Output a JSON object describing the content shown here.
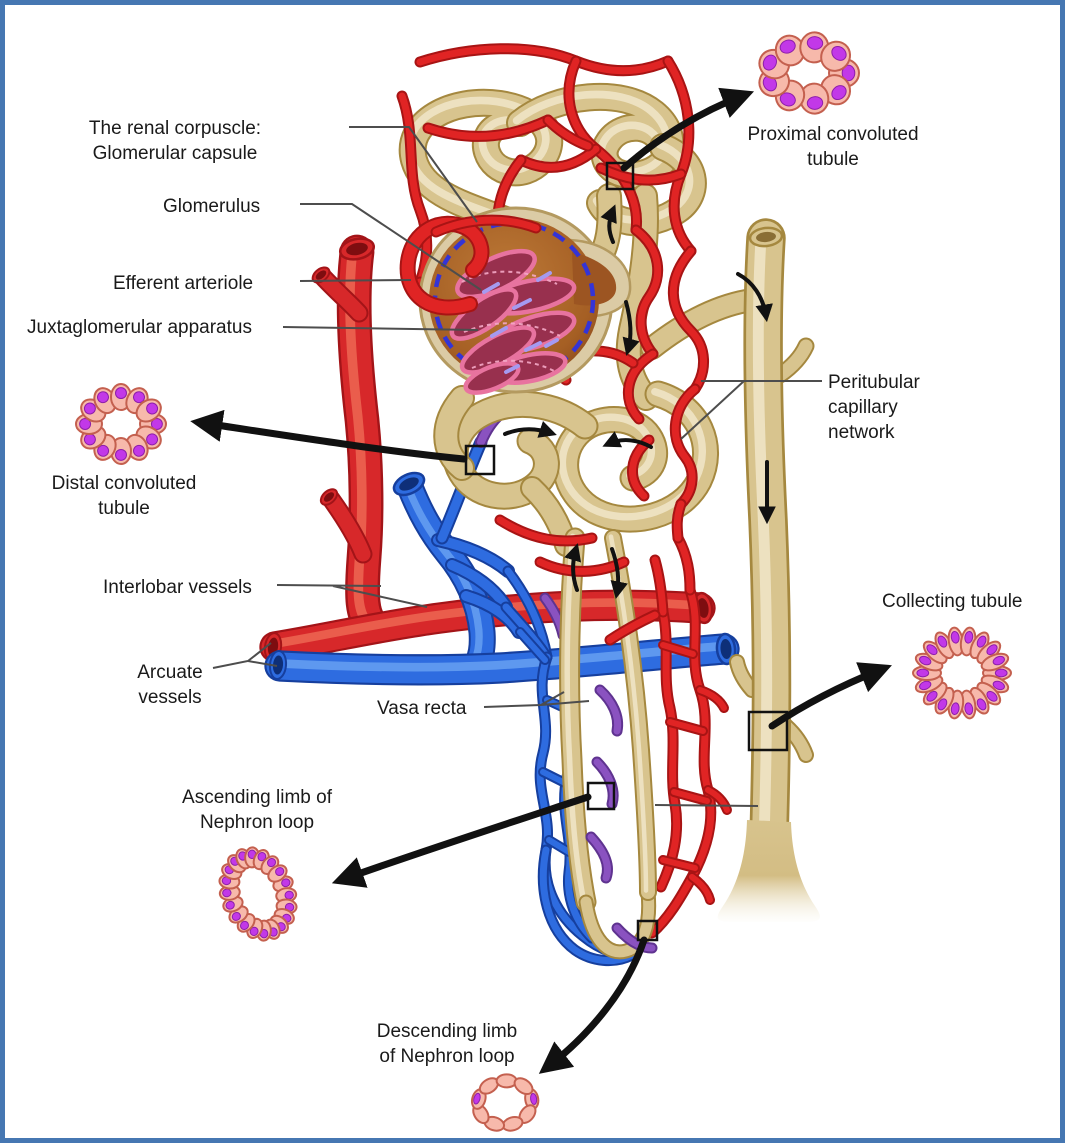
{
  "figure": {
    "type": "anatomical-diagram",
    "subject": "Nephron: renal corpuscle, tubule system and blood supply with tubule cross-sections"
  },
  "labels": {
    "renal_corpuscle": {
      "lines": [
        "The renal corpuscle:",
        "Glomerular capsule"
      ]
    },
    "glomerulus": {
      "text": "Glomerulus"
    },
    "efferent_arteriole": {
      "text": "Efferent arteriole"
    },
    "juxtaglomerular_apparatus": {
      "text": "Juxtaglomerular apparatus"
    },
    "distal_convoluted_tubule": {
      "lines": [
        "Distal convoluted",
        "tubule"
      ]
    },
    "interlobar_vessels": {
      "text": "Interlobar vessels"
    },
    "arcuate_vessels": {
      "lines": [
        "Arcuate",
        "vessels"
      ]
    },
    "vasa_recta": {
      "text": "Vasa recta"
    },
    "ascending_limb": {
      "lines": [
        "Ascending limb of",
        "Nephron loop"
      ]
    },
    "descending_limb": {
      "lines": [
        "Descending limb",
        "of Nephron loop"
      ]
    },
    "proximal_convoluted_tubule": {
      "lines": [
        "Proximal convoluted",
        "tubule"
      ]
    },
    "peritubular_capillary_network": {
      "lines": [
        "Peritubular",
        "capillary",
        "network"
      ]
    },
    "collecting_tubule": {
      "text": "Collecting tubule"
    }
  },
  "colors": {
    "frame_blue": "#4677b2",
    "text_black": "#1a1a1a",
    "annotation_black": "#111111",
    "leader_gray": "#4d4d4d",
    "artery": "#d7282a",
    "artery_edge": "#a31418",
    "artery_light": "#ef6a55",
    "artery_hole": "#7e0d10",
    "vein": "#2e6ce0",
    "vein_edge": "#163f9e",
    "vein_light": "#6aa4f2",
    "vein_hole": "#0e2f78",
    "tubule": "#d8c48e",
    "tubule_edge": "#a5883f",
    "tubule_light": "#f2e9cd",
    "tubule_hole": "#8a6e35",
    "capillary": "#e02424",
    "capillary_edge": "#a81414",
    "capillary_light": "#f4836e",
    "purple": "#8a52c0",
    "purple_edge": "#5f3390",
    "purple_light": "#b489dd",
    "capsule_tan": "#dbcba5",
    "capsule_rim": "#b49a60",
    "corpuscle_brown": "#b5702f",
    "corpuscle_dark": "#8c4a1a",
    "capsule_dash_blue": "#3434d6",
    "glomerulus_pink": "#e8739f",
    "glomerulus_light": "#f4a8c6",
    "glomerulus_dark": "#98304e",
    "glomerulus_lavender": "#a59af0",
    "cell_fill": "#f7b9ab",
    "cell_edge": "#c4604f",
    "nucleus_fill": "#c238e8",
    "nucleus_edge": "#8d1fa8"
  },
  "cross_sections": [
    {
      "id": "proximal",
      "label_key": "proximal_convoluted_tubule",
      "cells": 9,
      "nuclei": 9
    },
    {
      "id": "distal",
      "label_key": "distal_convoluted_tubule",
      "cells": 12,
      "nuclei": 12
    },
    {
      "id": "collecting",
      "label_key": "collecting_tubule",
      "cells": 18,
      "nuclei": 18
    },
    {
      "id": "ascending",
      "label_key": "ascending_limb",
      "cells": 20,
      "nuclei": 20
    },
    {
      "id": "descending",
      "label_key": "descending_limb",
      "cells": 9,
      "nuclei": 2
    }
  ]
}
